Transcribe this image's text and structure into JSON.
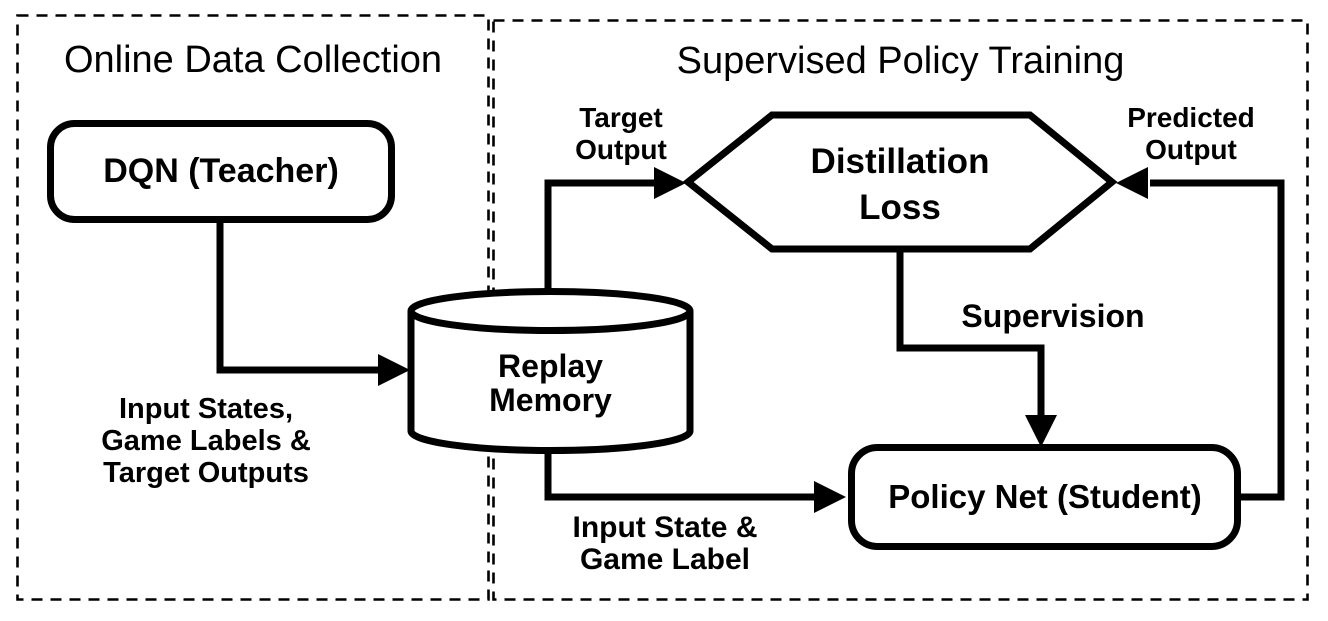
{
  "colors": {
    "ink": "#000000",
    "background": "#ffffff"
  },
  "panels": {
    "left": {
      "title": "Online Data Collection"
    },
    "right": {
      "title": "Supervised Policy Training"
    }
  },
  "nodes": {
    "dqn_teacher": {
      "label": "DQN (Teacher)"
    },
    "replay_memory": {
      "line1": "Replay",
      "line2": "Memory"
    },
    "distillation_loss": {
      "line1": "Distillation",
      "line2": "Loss"
    },
    "policy_net": {
      "label": "Policy Net (Student)"
    }
  },
  "edge_labels": {
    "collection_output": {
      "line1": "Input States,",
      "line2": "Game Labels &",
      "line3": "Target Outputs"
    },
    "target_output": {
      "line1": "Target",
      "line2": "Output"
    },
    "predicted_output": {
      "line1": "Predicted",
      "line2": "Output"
    },
    "supervision": {
      "label": "Supervision"
    },
    "replay_to_policy": {
      "line1": "Input State &",
      "line2": "Game Label"
    }
  }
}
